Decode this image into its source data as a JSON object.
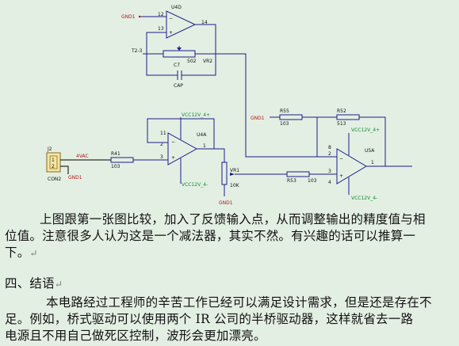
{
  "schematic": {
    "u4d": {
      "ref": "U4D",
      "pin_minus": "12",
      "pin_plus": "13",
      "pin_out": "14"
    },
    "gnd_top": "GND1",
    "t2_net": "T2-3",
    "vr2": {
      "ref": "VR2",
      "value": "502"
    },
    "c7": {
      "ref": "C7",
      "value": "CAP"
    },
    "u4a": {
      "ref": "U4A",
      "pin_a": "2",
      "pin_b": "3",
      "pin_out": "1",
      "vcc_top": "VCC12V_4+",
      "vcc_bot": "VCC12V_4-",
      "pin_top": "11",
      "pin_bot": "4"
    },
    "u5a": {
      "ref": "U5A",
      "pin_a": "2",
      "pin_b": "3",
      "pin_out": "1",
      "vcc_top": "VCC12V_4+",
      "vcc_bot": "VCC12V_4-",
      "pin_top": "8",
      "pin_bot": "4"
    },
    "j2": {
      "ref": "J2",
      "name": "CON2",
      "pin1": "1",
      "pin2": "2"
    },
    "vac_label": "4VAC",
    "gnd_j2": "GND1",
    "r41": {
      "ref": "R41",
      "value": "103"
    },
    "r55": {
      "ref": "R55",
      "value": "103"
    },
    "r52": {
      "ref": "R52",
      "value": "513"
    },
    "r53": {
      "ref": "R53",
      "value": "103"
    },
    "vr1": {
      "ref": "VR1",
      "value": "10K"
    },
    "gnd_mid": "GND1",
    "gnd_vr1": "GND1"
  },
  "paragraph1": "上图跟第一张图比较，加入了反馈输入点，从而调整输出的精度值与相位值。注意很多人认为这是一个减法器，其实不然。有兴趣的话可以推算一下。",
  "paragraph1_lines": [
    "上图跟第一张图比较，加入了反馈输入点，从而调整输出的精度值与相",
    "位值。注意很多人认为这是一个减法器，其实不然。有兴趣的话可以推算一",
    "下。"
  ],
  "heading": "四、结语",
  "paragraph2_lines": [
    "本电路经过工程师的辛苦工作已经可以满足设计需求，但是还是存在不",
    "足。例如，桥式驱动可以使用两个 IR 公司的半桥驱动器，这样就省去一路",
    "电源且不用自己做死区控制，波形会更加漂亮。"
  ],
  "para_mark": "↵"
}
